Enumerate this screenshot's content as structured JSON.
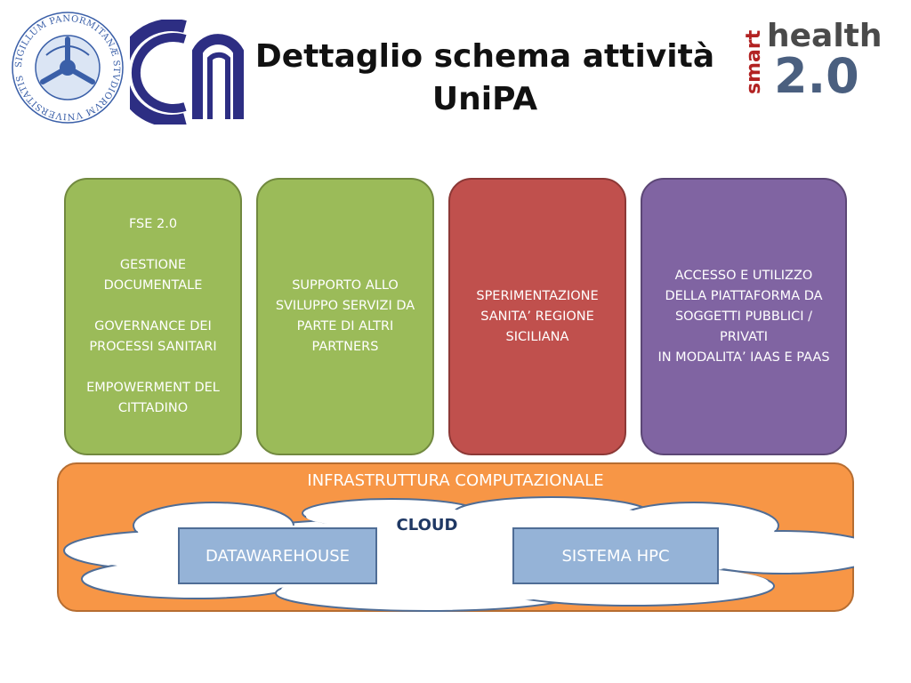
{
  "title": {
    "line1": "Dettaglio schema attività",
    "line2": "UniPA"
  },
  "logos": {
    "unipa_seal_text": "SIGILLUM PANORMITANÆ STVDIORVM VNIVERSITATIS",
    "smart_health": {
      "smart": "smart",
      "health": "health",
      "version": "2.0"
    }
  },
  "boxes": {
    "fse": {
      "lines": [
        "FSE 2.0",
        "GESTIONE DOCUMENTALE",
        "GOVERNANCE DEI PROCESSI SANITARI",
        "EMPOWERMENT DEL CITTADINO"
      ]
    },
    "supporto": {
      "text": "SUPPORTO ALLO SVILUPPO SERVIZI DA PARTE DI ALTRI PARTNERS"
    },
    "sperimentazione": {
      "text": "SPERIMENTAZIONE SANITA’ REGIONE SICILIANA"
    },
    "accesso": {
      "line1": "ACCESSO E UTILIZZO DELLA PIATTAFORMA DA SOGGETTI PUBBLICI / PRIVATI",
      "line2": "IN MODALITA’ IAAS E PAAS"
    }
  },
  "infrastructure": {
    "label": "INFRASTRUTTURA COMPUTAZIONALE",
    "cloud_label": "CLOUD",
    "datawarehouse": "DATAWAREHOUSE",
    "hpc": "SISTEMA HPC"
  },
  "colors": {
    "green": "#9bbb59",
    "red": "#c0504d",
    "purple": "#8064a2",
    "orange": "#f79646",
    "blue_box": "#95b3d7",
    "cloud_stroke": "#4f6d96"
  }
}
